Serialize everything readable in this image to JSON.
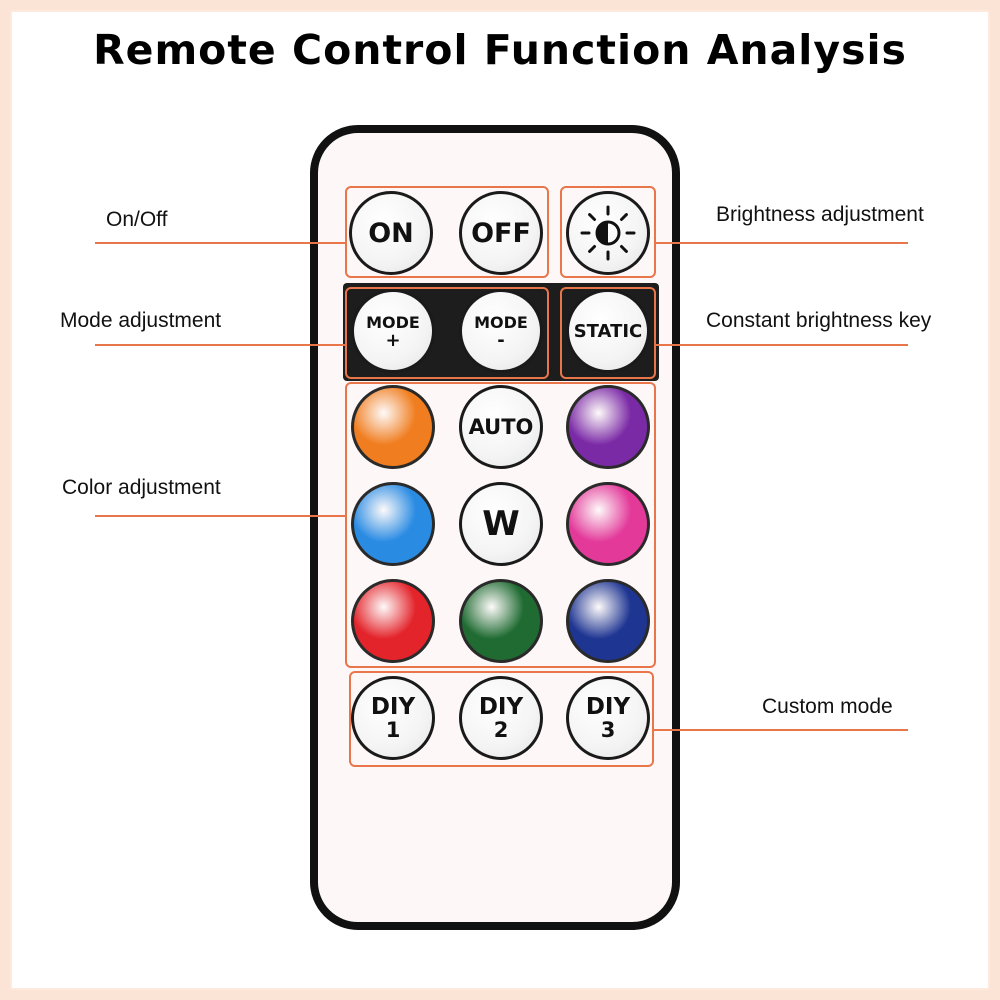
{
  "title": "Remote Control Function Analysis",
  "accent_color": "#e8764a",
  "annotations": {
    "on_off": "On/Off",
    "brightness": "Brightness adjustment",
    "mode": "Mode adjustment",
    "constant": "Constant brightness key",
    "color": "Color adjustment",
    "custom": "Custom mode"
  },
  "buttons": {
    "on": "ON",
    "off": "OFF",
    "brightness_icon": "sun-half-icon",
    "mode_plus": {
      "line1": "MODE",
      "line2": "+"
    },
    "mode_minus": {
      "line1": "MODE",
      "line2": "-"
    },
    "static": "STATIC",
    "auto": "AUTO",
    "white": "W",
    "diy1": {
      "line1": "DIY",
      "line2": "1"
    },
    "diy2": {
      "line1": "DIY",
      "line2": "2"
    },
    "diy3": {
      "line1": "DIY",
      "line2": "3"
    }
  },
  "color_buttons": {
    "orange": "#f07d1f",
    "purple": "#7b2aa6",
    "blue": "#2a8be3",
    "pink": "#e33a9a",
    "red": "#e3242b",
    "green": "#1f6b32",
    "navy": "#1e3592"
  }
}
